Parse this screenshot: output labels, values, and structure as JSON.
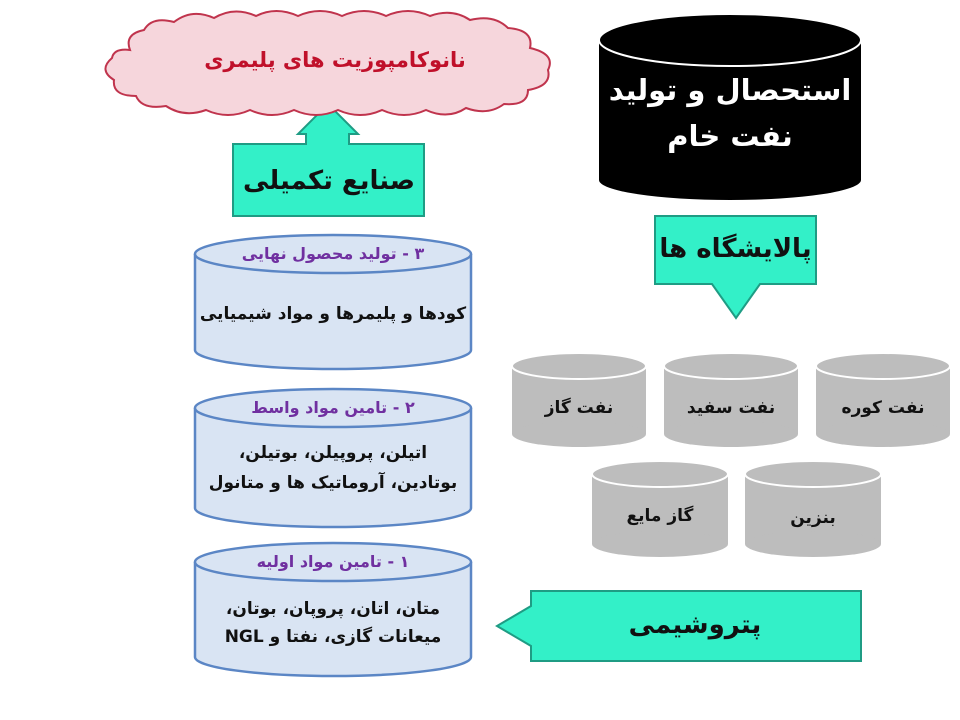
{
  "colors": {
    "teal": "#33f0c8",
    "teal_border": "#1f9c84",
    "cylinder_fill": "#d9e4f3",
    "cylinder_stroke": "#5b86c5",
    "product_fill": "#bdbdbd",
    "cloud_fill": "#f6d6dc",
    "cloud_stroke": "#c0344d",
    "crude_fill": "#000000"
  },
  "crude_oil": {
    "line1": "استحصال و تولید",
    "line2": "نفت خام"
  },
  "refinery": {
    "label": "پالایشگاه ها"
  },
  "products": [
    "نفت کوره",
    "نفت سفید",
    "نفت گاز",
    "بنزین",
    "گاز مایع"
  ],
  "petrochemical": {
    "label": "پتروشیمی"
  },
  "downstream": {
    "label": "صنایع تکمیلی"
  },
  "nanocomposite": {
    "label": "نانوکامپوزیت های پلیمری"
  },
  "stages": [
    {
      "title": "۱ - تامین مواد اولیه",
      "line1": "متان، اتان، پروپان، بوتان،",
      "line2": "میعانات گازی، نفتا و NGL"
    },
    {
      "title": "۲ - تامین مواد واسط",
      "line1": "اتیلن، پروپیلن، بوتیلن،",
      "line2": "بوتادین، آروماتیک ها و متانول"
    },
    {
      "title": "۳ - تولید محصول نهایی",
      "line1": "کودها و پلیمرها و مواد شیمیایی"
    }
  ]
}
